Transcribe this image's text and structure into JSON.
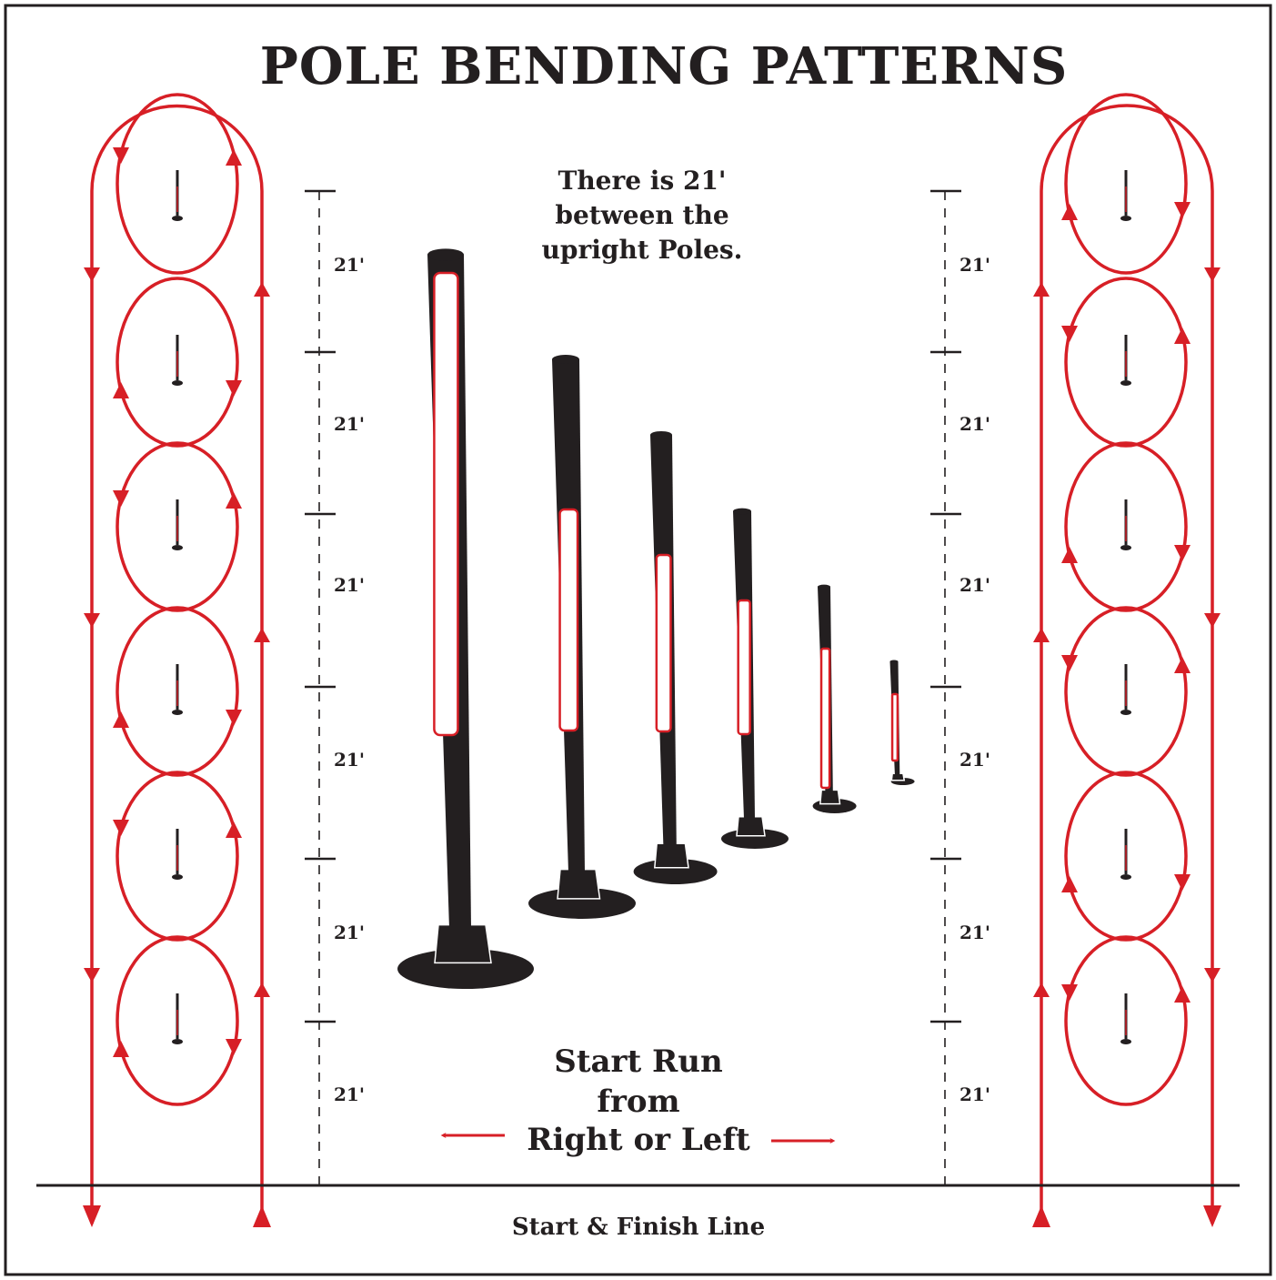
{
  "title": "POLE BENDING PATTERNS",
  "note": [
    "There is 21'",
    "between the",
    "upright Poles."
  ],
  "distance_label": "21'",
  "start_text": [
    "Start Run",
    "from",
    "Right or Left"
  ],
  "finish_label": "Start & Finish Line",
  "pole_count": 6,
  "colors": {
    "path_red": "#d71f26",
    "pole_black": "#231f20",
    "background": "#ffffff",
    "frame": "#231f20"
  }
}
